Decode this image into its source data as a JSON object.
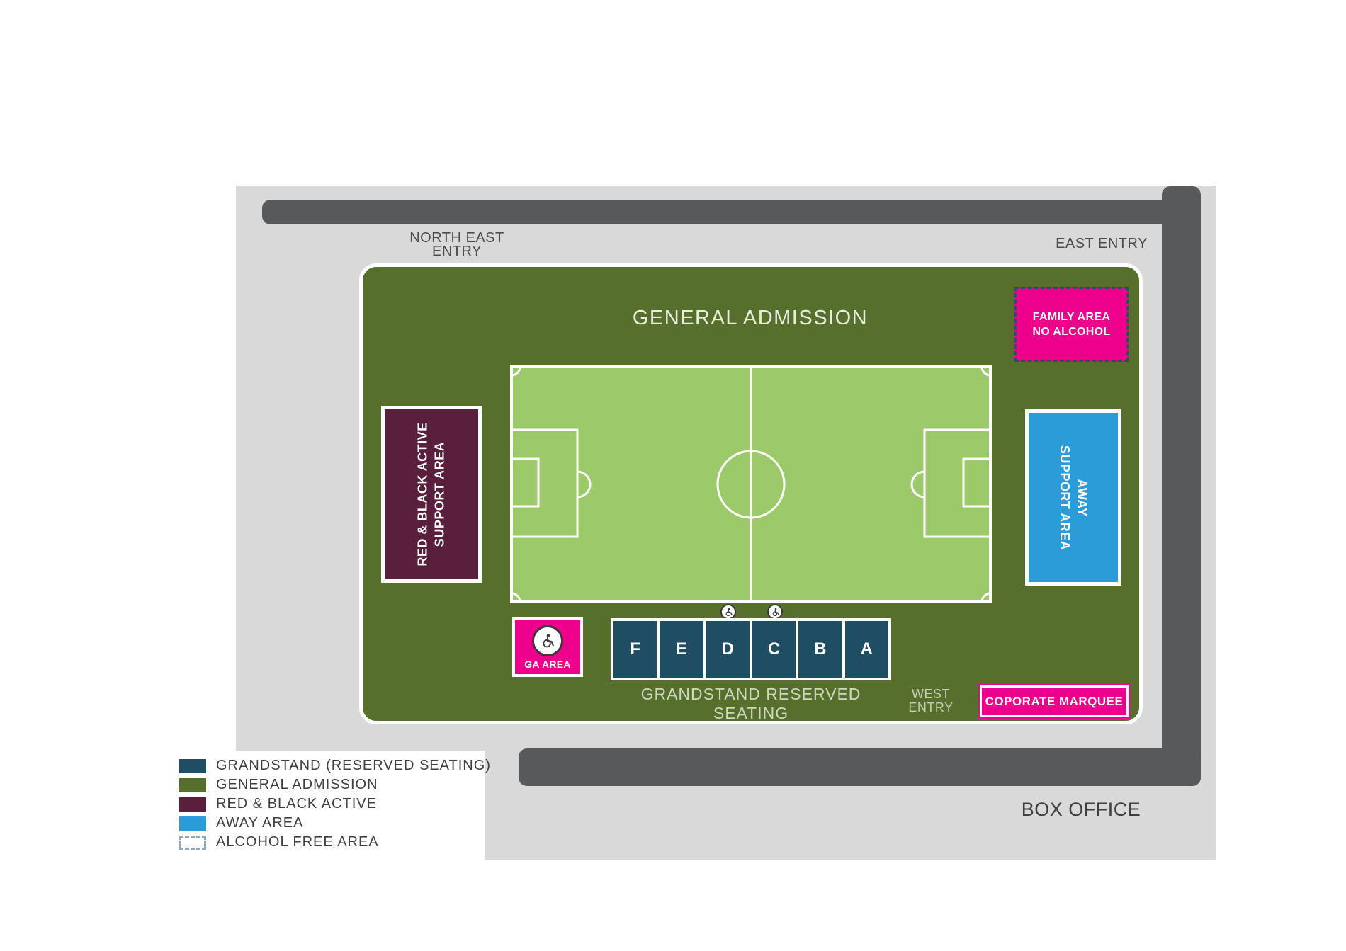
{
  "colors": {
    "background": "#ffffff",
    "ground": "#d9d9da",
    "roads": "#58595b",
    "general_admission_zone": "#566f2d",
    "pitch": "#9cca6b",
    "grandstand": "#1f4e64",
    "pink": "#ec008c",
    "maroon": "#591f3d",
    "away_blue": "#2b9cd8"
  },
  "labels": {
    "north_east_entry_1": "NORTH EAST",
    "north_east_entry_2": "ENTRY",
    "east_entry": "EAST ENTRY",
    "general_admission": "GENERAL ADMISSION",
    "grandstand_seating": "GRANDSTAND RESERVED SEATING",
    "west_entry_1": "WEST",
    "west_entry_2": "ENTRY",
    "box_office": "BOX OFFICE"
  },
  "areas": {
    "family_area": {
      "line1": "FAMILY AREA",
      "line2": "NO ALCOHOL",
      "color": "#ec008c"
    },
    "red_black_active": {
      "line1": "RED & BLACK ACTIVE",
      "line2": "SUPPORT AREA",
      "color": "#591f3d"
    },
    "away_support": {
      "line1": "AWAY",
      "line2": "SUPPORT AREA",
      "color": "#2b9cd8"
    },
    "ga_area": {
      "label": "GA AREA",
      "color": "#ec008c"
    },
    "corporate_marquee": {
      "label": "COPORATE MARQUEE",
      "color": "#ec008c"
    }
  },
  "grandstand": {
    "sections": [
      "F",
      "E",
      "D",
      "C",
      "B",
      "A"
    ],
    "color": "#1f4e64"
  },
  "legend": {
    "items": [
      {
        "label": "GRANDSTAND (RESERVED SEATING)",
        "color": "#1f4e64",
        "swatch": "solid"
      },
      {
        "label": "GENERAL ADMISSION",
        "color": "#566f2d",
        "swatch": "solid"
      },
      {
        "label": "RED & BLACK ACTIVE",
        "color": "#591f3d",
        "swatch": "solid"
      },
      {
        "label": "AWAY AREA",
        "color": "#2b9cd8",
        "swatch": "solid"
      },
      {
        "label": "ALCOHOL FREE AREA",
        "color": "#ffffff",
        "swatch": "dashed",
        "border_color": "#8fa9ba"
      }
    ]
  }
}
